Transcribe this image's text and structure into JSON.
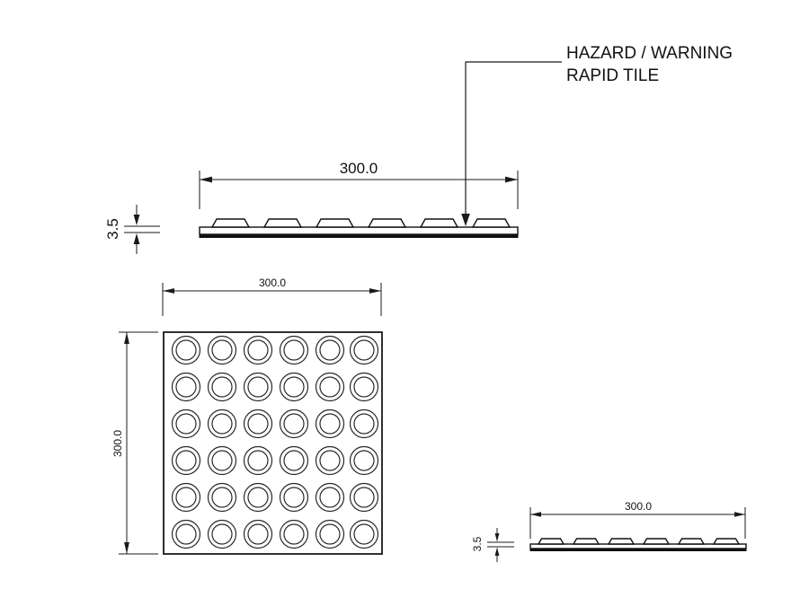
{
  "drawing": {
    "background_color": "#ffffff",
    "line_color": "#1a1a1a",
    "annotation": {
      "line1": "HAZARD / WARNING",
      "line2": "RAPID TILE"
    },
    "views": {
      "top_elevation": {
        "name": "side-elevation-upper",
        "width_dimension": "300.0",
        "thickness_dimension": "3.5",
        "dome_count": 6
      },
      "plan": {
        "name": "plan-view",
        "width_dimension": "300.0",
        "height_dimension": "300.0",
        "dome_rows": 6,
        "dome_columns": 6,
        "dome_total": 36
      },
      "bottom_elevation": {
        "name": "side-elevation-lower",
        "width_dimension": "300.0",
        "thickness_dimension": "3.5",
        "dome_count": 6
      }
    }
  }
}
